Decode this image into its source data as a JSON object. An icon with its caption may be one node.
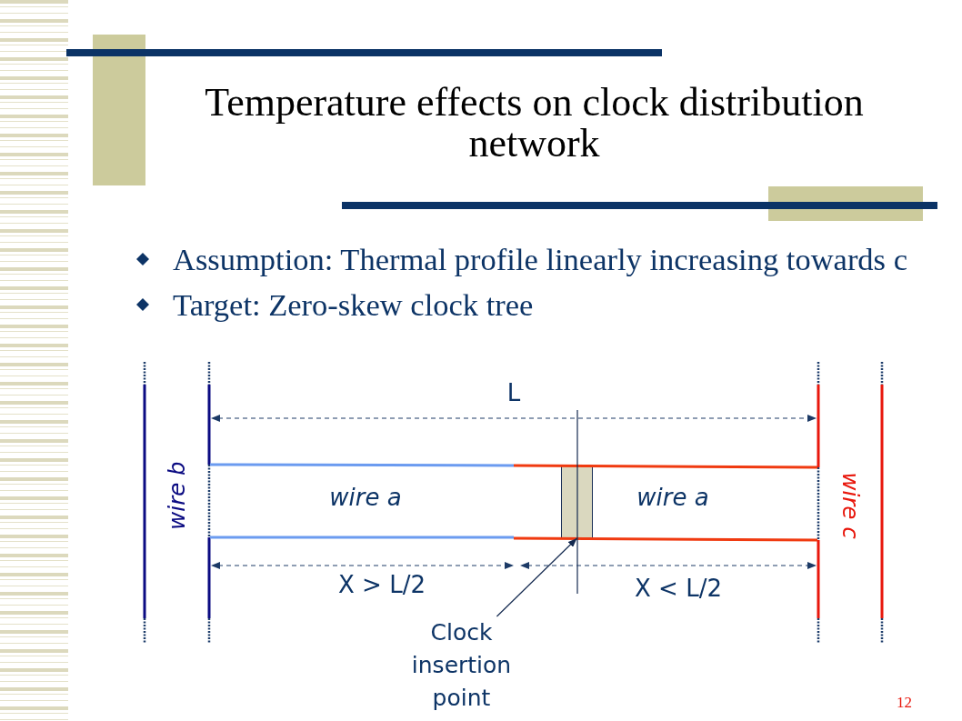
{
  "diagram": {
    "title": "Temperature effects on clock distribution network",
    "nodes": [
      {
        "text": [
          "Clock insertion point"
        ]
      },
      {
        "text": [],
        "shape": "box"
      }
    ],
    "edges": [
      {
        "from": 0,
        "to": 1,
        "arrow": "to"
      }
    ],
    "labels": [
      "Assumption: Thermal profile linearly increasing towards c",
      "Target: Zero-skew clock tree",
      "L",
      "wire b",
      "wire a",
      "wire a",
      "wire c",
      "X > L/2",
      "X < L/2",
      "12"
    ]
  }
}
